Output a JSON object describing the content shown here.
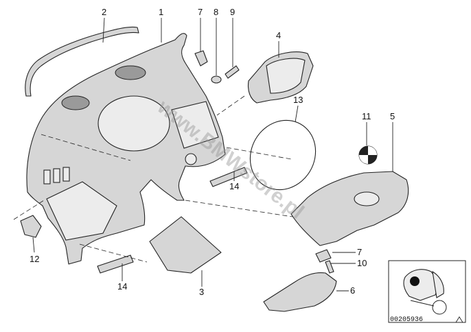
{
  "callouts": {
    "c1": "1",
    "c2": "2",
    "c3": "3",
    "c4": "4",
    "c5": "5",
    "c6": "6",
    "c7a": "7",
    "c7b": "7",
    "c8": "8",
    "c9": "9",
    "c10": "10",
    "c11": "11",
    "c12": "12",
    "c13": "13",
    "c14a": "14",
    "c14b": "14"
  },
  "watermark": "www.BMWstore.pl",
  "diagram_id": "00205936",
  "colors": {
    "part_fill": "#d6d6d6",
    "line": "#222222",
    "background": "#ffffff"
  }
}
